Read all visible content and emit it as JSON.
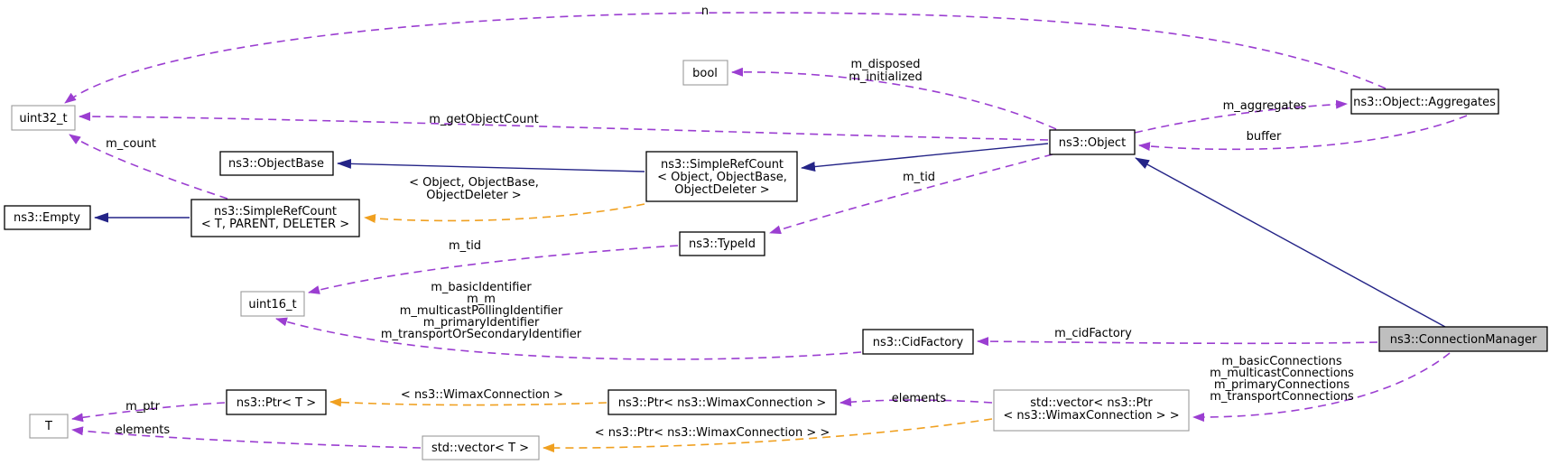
{
  "diagram": {
    "type": "collaboration-graph",
    "focus_node": "ns3::ConnectionManager",
    "colors": {
      "association_edge": "#9b3ed1",
      "template_instantiation_edge": "#f0a020",
      "inheritance_edge": "#242487",
      "node_border": "#000000",
      "external_node_border": "#9a9a9a",
      "node_fill": "#ffffff",
      "focus_node_fill": "#bfbfbf",
      "background": "#ffffff"
    },
    "nodes": {
      "uint32": {
        "label": "uint32_t"
      },
      "bool": {
        "label": "bool"
      },
      "aggregates": {
        "label": "ns3::Object::Aggregates"
      },
      "object": {
        "label": "ns3::Object"
      },
      "objectBase": {
        "label": "ns3::ObjectBase"
      },
      "simpleRefObject": {
        "lines": [
          "ns3::SimpleRefCount",
          "< Object, ObjectBase,",
          "ObjectDeleter >"
        ]
      },
      "empty": {
        "label": "ns3::Empty"
      },
      "simpleRefT": {
        "lines": [
          "ns3::SimpleRefCount",
          "< T, PARENT, DELETER >"
        ]
      },
      "typeId": {
        "label": "ns3::TypeId"
      },
      "uint16": {
        "label": "uint16_t"
      },
      "cidFactory": {
        "label": "ns3::CidFactory"
      },
      "connectionManager": {
        "label": "ns3::ConnectionManager"
      },
      "t": {
        "label": "T"
      },
      "ptrT": {
        "label": "ns3::Ptr< T >"
      },
      "ptrWimax": {
        "label": "ns3::Ptr< ns3::WimaxConnection >"
      },
      "vectorT": {
        "label": "std::vector< T >"
      },
      "vectorPtrWimax": {
        "lines": [
          "std::vector< ns3::Ptr",
          "< ns3::WimaxConnection > >"
        ]
      }
    },
    "edge_labels": {
      "n": "n",
      "m_count": "m_count",
      "m_getObjectCount": "m_getObjectCount",
      "disposed": [
        "m_disposed",
        "m_initialized"
      ],
      "m_aggregates": "m_aggregates",
      "buffer": "buffer",
      "m_tid_object": "m_tid",
      "m_tid_typeid": "m_tid",
      "tmpl_simpleref": [
        "< Object, ObjectBase,",
        "ObjectDeleter >"
      ],
      "identifiers": [
        "m_basicIdentifier",
        "m_m",
        "m_multicastPollingIdentifier",
        "m_primaryIdentifier",
        "m_transportOrSecondaryIdentifier"
      ],
      "m_cidFactory": "m_cidFactory",
      "connections": [
        "m_basicConnections",
        "m_multicastConnections",
        "m_primaryConnections",
        "m_transportConnections"
      ],
      "m_ptr": "m_ptr",
      "elements_left": "elements",
      "elements_right": "elements",
      "tmpl_ptr": "< ns3::WimaxConnection >",
      "tmpl_vector": "< ns3::Ptr< ns3::WimaxConnection > >"
    }
  }
}
